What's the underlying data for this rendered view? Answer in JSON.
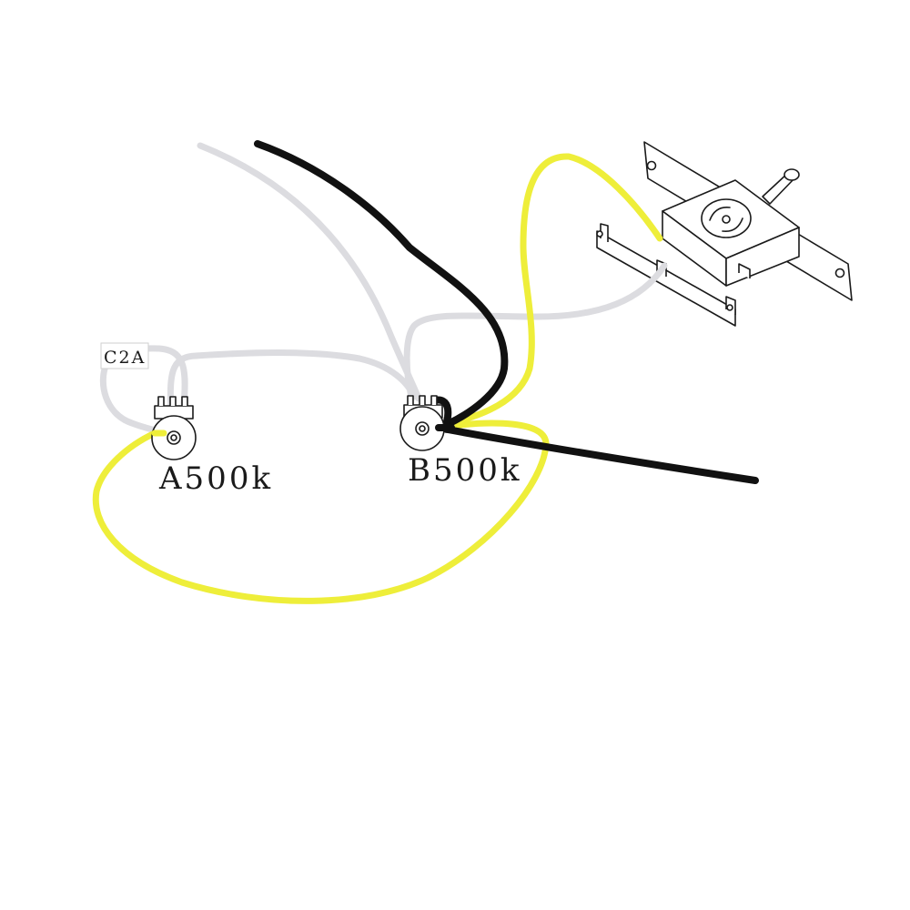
{
  "labels": {
    "capacitor": "C2A",
    "volume_pot": "A500k",
    "tone_pot": "B500k"
  },
  "colors": {
    "wire_white": "#dcdce0",
    "wire_black": "#111111",
    "wire_yellow": "#eeee3a",
    "line_art": "#1a1a1a",
    "background": "#ffffff"
  }
}
